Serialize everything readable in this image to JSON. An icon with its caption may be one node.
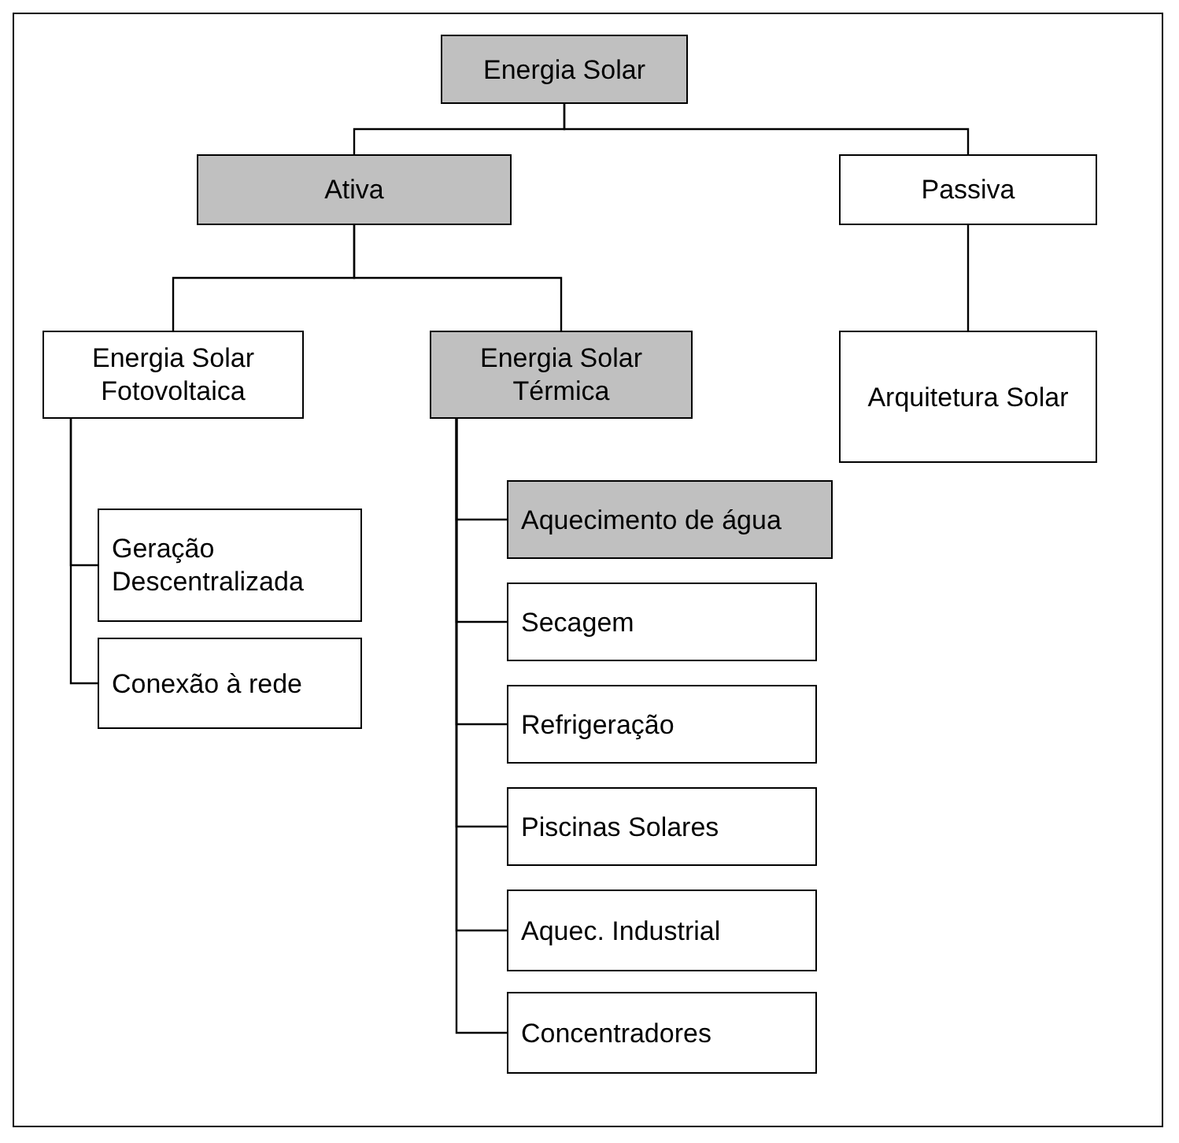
{
  "diagram": {
    "nodes": [
      {
        "text": [
          "Energia Solar"
        ]
      },
      {
        "text": [
          "Ativa"
        ]
      },
      {
        "text": [
          "Passiva"
        ]
      },
      {
        "text": [
          "Energia Solar Fotovoltaica"
        ]
      },
      {
        "text": [
          "Energia Solar Térmica"
        ]
      },
      {
        "text": [
          "Arquitetura Solar"
        ]
      },
      {
        "text": [
          "Geração Descentralizada"
        ]
      },
      {
        "text": [
          "Conexão à rede"
        ]
      },
      {
        "text": [
          "Aquecimento de água"
        ]
      },
      {
        "text": [
          "Secagem"
        ]
      },
      {
        "text": [
          "Refrigeração"
        ]
      },
      {
        "text": [
          "Piscinas Solares"
        ]
      },
      {
        "text": [
          "Aquec. Industrial"
        ]
      },
      {
        "text": [
          "Concentradores"
        ]
      }
    ],
    "edges": [
      {
        "from": 0,
        "to": 1,
        "arrow": "none"
      },
      {
        "from": 0,
        "to": 2,
        "arrow": "none"
      },
      {
        "from": 1,
        "to": 3,
        "arrow": "none"
      },
      {
        "from": 1,
        "to": 4,
        "arrow": "none"
      },
      {
        "from": 2,
        "to": 5,
        "arrow": "none"
      },
      {
        "from": 3,
        "to": 6,
        "arrow": "none"
      },
      {
        "from": 3,
        "to": 7,
        "arrow": "none"
      },
      {
        "from": 4,
        "to": 8,
        "arrow": "none"
      },
      {
        "from": 4,
        "to": 9,
        "arrow": "none"
      },
      {
        "from": 4,
        "to": 10,
        "arrow": "none"
      },
      {
        "from": 4,
        "to": 11,
        "arrow": "none"
      },
      {
        "from": 4,
        "to": 12,
        "arrow": "none"
      },
      {
        "from": 4,
        "to": 13,
        "arrow": "none"
      }
    ]
  }
}
